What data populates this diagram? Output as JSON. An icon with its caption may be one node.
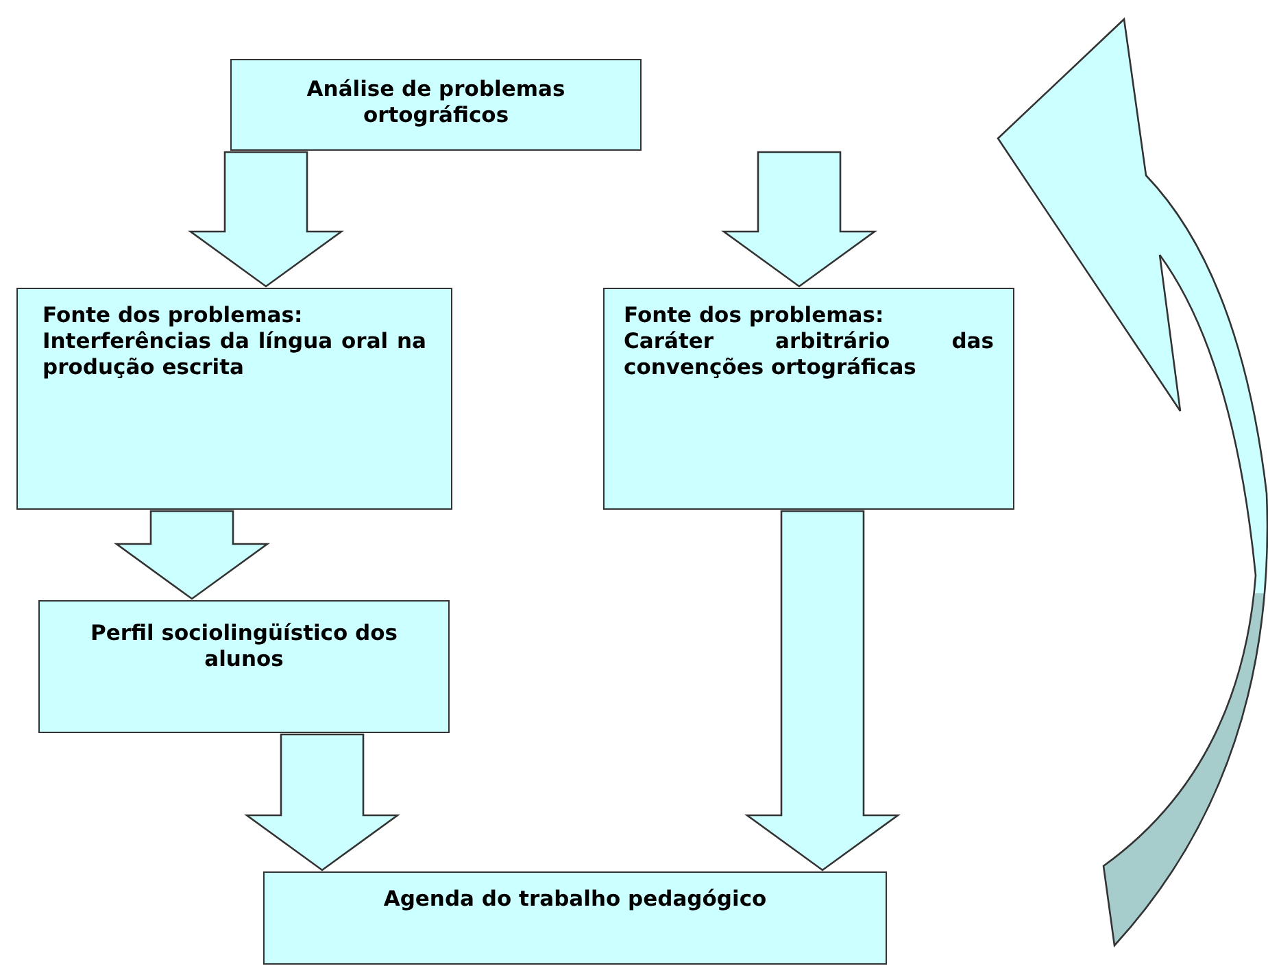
{
  "diagram": {
    "nodes": [
      {
        "text": [
          "Análise de problemas ortográficos"
        ]
      },
      {
        "text": [
          "Fonte dos problemas:",
          "Interferências da língua oral na produção escrita"
        ]
      },
      {
        "text": [
          "Fonte dos problemas:",
          "Caráter arbitrário das convenções ortográficas"
        ]
      },
      {
        "text": [
          "Perfil sociolingüístico dos alunos"
        ]
      },
      {
        "text": [
          "Agenda do trabalho pedagógico"
        ]
      }
    ],
    "edges": [
      {
        "from": 0,
        "to": 1,
        "arrow": "to"
      },
      {
        "from": 0,
        "to": 2,
        "arrow": "to"
      },
      {
        "from": 1,
        "to": 3,
        "arrow": "to"
      },
      {
        "from": 2,
        "to": 4,
        "arrow": "to"
      },
      {
        "from": 3,
        "to": 4,
        "arrow": "to"
      }
    ]
  }
}
